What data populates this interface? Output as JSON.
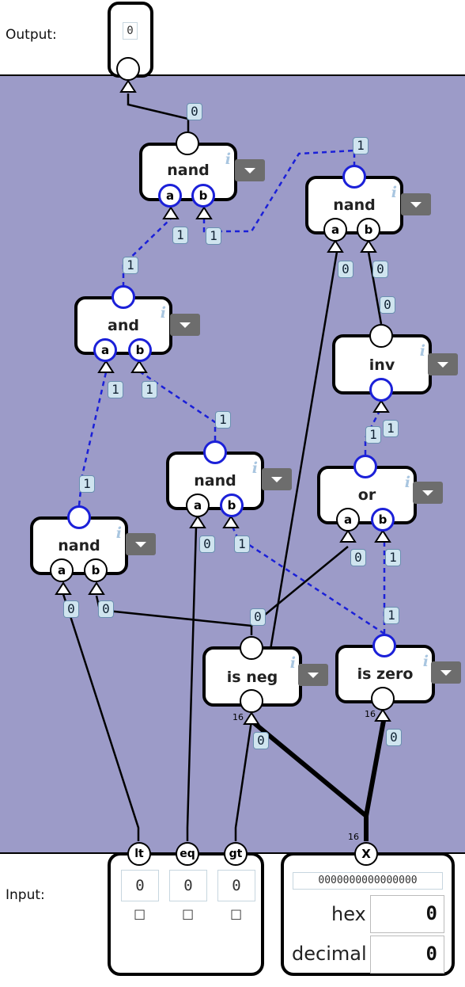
{
  "output": {
    "label": "Output:",
    "value": "0"
  },
  "input": {
    "label": "Input:",
    "pins": [
      {
        "name": "lt",
        "value": "0",
        "check": "☐"
      },
      {
        "name": "eq",
        "value": "0",
        "check": "☐"
      },
      {
        "name": "gt",
        "value": "0",
        "check": "☐"
      }
    ],
    "x": {
      "name": "X",
      "width_label": "16",
      "bits": "0000000000000000",
      "hex_label": "hex",
      "hex_value": "0",
      "decimal_label": "decimal",
      "decimal_value": "0"
    }
  },
  "gates": [
    {
      "id": "g1",
      "name": "nand",
      "inputs": [
        "a",
        "b"
      ],
      "info": "i"
    },
    {
      "id": "g2",
      "name": "nand",
      "inputs": [
        "a",
        "b"
      ],
      "info": "i"
    },
    {
      "id": "g3",
      "name": "and",
      "inputs": [
        "a",
        "b"
      ],
      "info": "i"
    },
    {
      "id": "g4",
      "name": "inv",
      "inputs": [],
      "info": "i"
    },
    {
      "id": "g5",
      "name": "nand",
      "inputs": [
        "a",
        "b"
      ],
      "info": "i"
    },
    {
      "id": "g6",
      "name": "or",
      "inputs": [
        "a",
        "b"
      ],
      "info": "i"
    },
    {
      "id": "g7",
      "name": "nand",
      "inputs": [
        "a",
        "b"
      ],
      "info": "i"
    },
    {
      "id": "g8",
      "name": "is neg",
      "inputs": [],
      "info": "i"
    },
    {
      "id": "g9",
      "name": "is zero",
      "inputs": [],
      "info": "i"
    }
  ],
  "wire_values": {
    "out": "0",
    "g2_out": "1",
    "g1_a": "1",
    "g1_b": "1",
    "g3_out": "1",
    "g3_a": "1",
    "g3_b": "1",
    "g5_out": "1",
    "g7_out": "1",
    "g2_a": "0",
    "g2_b": "0",
    "g4_out": "0",
    "g4_in": "1",
    "g6_out": "1",
    "g6_a": "0",
    "g6_b": "1",
    "g5_a": "0",
    "g5_b": "1",
    "g7_a": "0",
    "g7_b": "0",
    "g8_out": "0",
    "g9_out": "1",
    "g8_in": "0",
    "g9_in": "0"
  },
  "bus_width": "16",
  "colors": {
    "canvas": "#9c9bc8",
    "active_wire": "#1b20d8",
    "inactive_wire": "#000000"
  }
}
